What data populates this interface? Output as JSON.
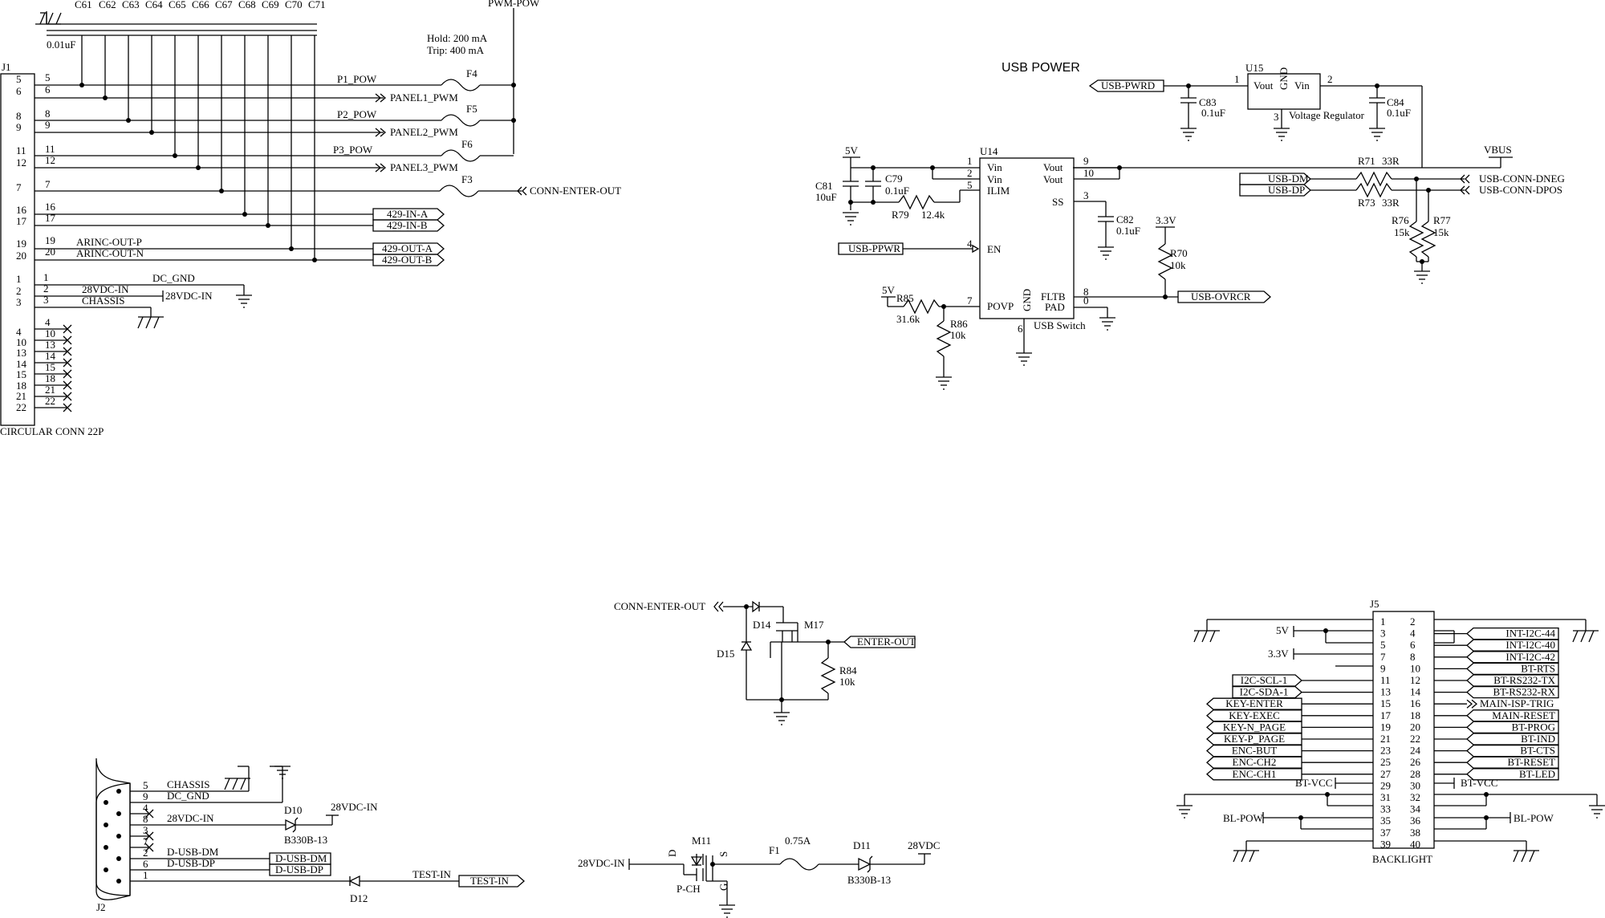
{
  "j1": {
    "ref": "J1",
    "name": "CIRCULAR CONN 22P",
    "caps": [
      "C61",
      "C62",
      "C63",
      "C64",
      "C65",
      "C66",
      "C67",
      "C68",
      "C69",
      "C70",
      "C71"
    ],
    "cap_value": "0.01uF",
    "pwm_pow": "PWM-POW",
    "hold": "Hold: 200 mA",
    "trip": "Trip: 400 mA",
    "pins": [
      "5",
      "6",
      "8",
      "9",
      "11",
      "12",
      "7",
      "16",
      "17",
      "19",
      "20",
      "1",
      "2",
      "3",
      "4",
      "10",
      "13",
      "14",
      "15",
      "18",
      "21",
      "22"
    ],
    "nets": {
      "p1": "P1_POW",
      "p2": "P2_POW",
      "p3": "P3_POW",
      "panel1": "PANEL1_PWM",
      "panel2": "PANEL2_PWM",
      "panel3": "PANEL3_PWM",
      "conn_enter": "CONN-ENTER-OUT",
      "arinc_p": "ARINC-OUT-P",
      "arinc_n": "ARINC-OUT-N",
      "dc_gnd": "DC_GND",
      "vdc_in": "28VDC-IN",
      "chassis": "CHASSIS"
    },
    "fuses": [
      "F4",
      "F5",
      "F6",
      "F3"
    ],
    "ports": [
      "429-IN-A",
      "429-IN-B",
      "429-OUT-A",
      "429-OUT-B"
    ],
    "vdc_label": "28VDC-IN"
  },
  "usb": {
    "title": "USB POWER",
    "u15": {
      "ref": "U15",
      "vout": "Vout",
      "vin": "Vin",
      "gnd": "GND",
      "desc": "Voltage Regulator",
      "pin1": "1",
      "pin2": "2",
      "pin3": "3"
    },
    "pwrd": "USB-PWRD",
    "c83": {
      "ref": "C83",
      "val": "0.1uF"
    },
    "c84": {
      "ref": "C84",
      "val": "0.1uF"
    },
    "vbus": "VBUS",
    "u14": {
      "ref": "U14",
      "desc": "USB Switch",
      "vin1": "Vin",
      "vin2": "Vin",
      "ilim": "ILIM",
      "en": "EN",
      "povp": "POVP",
      "vout1": "Vout",
      "vout2": "Vout",
      "ss": "SS",
      "fltb": "FLTB",
      "pad": "PAD",
      "gnd": "GND",
      "pins": {
        "p1": "1",
        "p2": "2",
        "p5": "5",
        "p4": "4",
        "p7": "7",
        "p9": "9",
        "p10": "10",
        "p3": "3",
        "p8": "8",
        "p0": "0",
        "p6": "6"
      }
    },
    "v5": "5V",
    "v5b": "5V",
    "v33": "3.3V",
    "c81": {
      "ref": "C81",
      "val": "10uF"
    },
    "c79": {
      "ref": "C79",
      "val": "0.1uF"
    },
    "r79": {
      "ref": "R79",
      "val": "12.4k"
    },
    "c82": {
      "ref": "C82",
      "val": "0.1uF"
    },
    "r70": {
      "ref": "R70",
      "val": "10k"
    },
    "ppwr": "USB-PPWR",
    "ovrcr": "USB-OVRCR",
    "r85": {
      "ref": "R85",
      "val": "31.6k"
    },
    "r86": {
      "ref": "R86",
      "val": "10k"
    },
    "r71": {
      "ref": "R71",
      "val": "33R"
    },
    "r73": {
      "ref": "R73",
      "val": "33R"
    },
    "r76": {
      "ref": "R76",
      "val": "15k"
    },
    "r77": {
      "ref": "R77",
      "val": "15k"
    },
    "dm": "USB-DM",
    "dp": "USB-DP",
    "dneg": "USB-CONN-DNEG",
    "dpos": "USB-CONN-DPOS"
  },
  "enter": {
    "conn": "CONN-ENTER-OUT",
    "d14": "D14",
    "d15": "D15",
    "m17": "M17",
    "out": "ENTER-OUT",
    "r84": {
      "ref": "R84",
      "val": "10k"
    }
  },
  "j2": {
    "ref": "J2",
    "pins": [
      "5",
      "9",
      "4",
      "8",
      "3",
      "7",
      "2",
      "6",
      "1"
    ],
    "chassis": "CHASSIS",
    "dc_gnd": "DC_GND",
    "vdc_in": "28VDC-IN",
    "d10": "D10",
    "d10_part": "B330B-13",
    "vdc_out": "28VDC-IN",
    "dm": "D-USB-DM",
    "dp": "D-USB-DP",
    "port_dm": "D-USB-DM",
    "port_dp": "D-USB-DP",
    "test": "TEST-IN",
    "test_port": "TEST-IN",
    "d12": "D12"
  },
  "m11": {
    "in": "28VDC-IN",
    "ref": "M11",
    "type": "P-CH",
    "d": "D",
    "s": "S",
    "g": "G",
    "f1": "F1",
    "f1_val": "0.75A",
    "d11": "D11",
    "d11_part": "B330B-13",
    "out": "28VDC"
  },
  "j5": {
    "ref": "J5",
    "name": "BACKLIGHT",
    "left_pins": [
      "1",
      "3",
      "5",
      "7",
      "9",
      "11",
      "13",
      "15",
      "17",
      "19",
      "21",
      "23",
      "25",
      "27",
      "29",
      "31",
      "33",
      "35",
      "37",
      "39"
    ],
    "right_pins": [
      "2",
      "4",
      "6",
      "8",
      "10",
      "12",
      "14",
      "16",
      "18",
      "20",
      "22",
      "24",
      "26",
      "28",
      "30",
      "32",
      "34",
      "36",
      "38",
      "40"
    ],
    "left_ports": [
      "I2C-SCL-1",
      "I2C-SDA-1",
      "KEY-ENTER",
      "KEY-EXEC",
      "KEY-N_PAGE",
      "KEY-P_PAGE",
      "ENC-BUT",
      "ENC-CH2",
      "ENC-CH1"
    ],
    "right_ports": [
      "INT-I2C-44",
      "INT-I2C-40",
      "INT-I2C-42",
      "BT-RTS",
      "BT-RS232-TX",
      "BT-RS232-RX",
      "MAIN-ISP-TRIG",
      "MAIN-RESET",
      "BT-PROG",
      "BT-IND",
      "BT-CTS",
      "BT-RESET",
      "BT-LED"
    ],
    "v5": "5V",
    "v33": "3.3V",
    "btvcc_l": "BT-VCC",
    "btvcc_r": "BT-VCC",
    "blpow_l": "BL-POW",
    "blpow_r": "BL-POW"
  }
}
